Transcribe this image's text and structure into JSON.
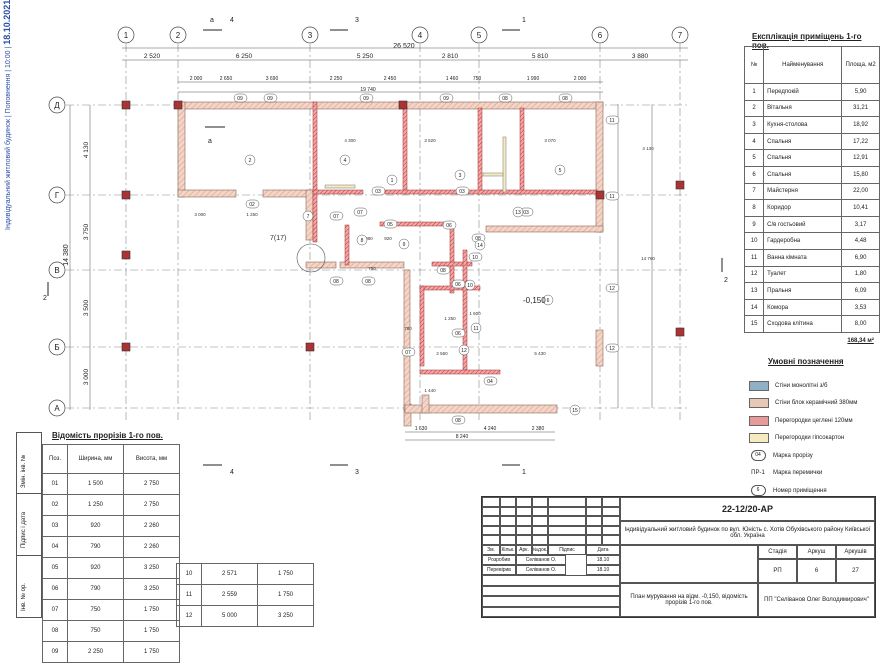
{
  "side_strip": {
    "text": "Індивідуальний житловий будинок | Поповнення | 10:00 |",
    "date": "18.10.2021"
  },
  "axes": {
    "numbers": [
      "1",
      "2",
      "3",
      "4",
      "5",
      "6",
      "7"
    ],
    "letters": [
      "Д",
      "Г",
      "В",
      "Б",
      "А"
    ]
  },
  "dimensions": {
    "top_row": [
      "2 520",
      "6 250",
      "5 250",
      "2 810",
      "5 810",
      "3 880"
    ],
    "overall": "26 520",
    "second_row": [
      "2 000",
      "2 650",
      "3 690",
      "2 250",
      "2 450",
      "1 460",
      "750",
      "1 990",
      "2 000"
    ],
    "inner_total": "19 740",
    "left_col": [
      "4 130",
      "3 750",
      "3 500",
      "3 000"
    ],
    "left_total": "14 380",
    "bottom_row": [
      "1 630",
      "4 240",
      "2 380"
    ],
    "bottom_total": "8 240",
    "inner": [
      "4 300",
      "3 520",
      "3 070",
      "1 080",
      "920",
      "750",
      "1 250",
      "2 560",
      "5 430",
      "1 440",
      "780",
      "1 600",
      "3 000",
      "1 250",
      "4 130",
      "14 760"
    ]
  },
  "section_marks": {
    "a": "а",
    "n1": "1",
    "n2": "2",
    "n3": "3",
    "n4": "4"
  },
  "plan": {
    "level": "-0,150",
    "stair": "7(17)",
    "openings": [
      "09",
      "09",
      "09",
      "09",
      "08",
      "08",
      "11",
      "11",
      "12",
      "12",
      "02",
      "03",
      "03",
      "03",
      "05",
      "06",
      "06",
      "06",
      "08",
      "08",
      "08",
      "08",
      "10",
      "04",
      "07",
      "07",
      "08",
      "07"
    ],
    "rooms": [
      "1",
      "2",
      "3",
      "4",
      "5",
      "6",
      "7",
      "8",
      "9",
      "10",
      "11",
      "12",
      "13",
      "14",
      "15"
    ]
  },
  "explication": {
    "title": "Експлікація приміщень 1-го пов.",
    "headers": [
      "№",
      "Найменування",
      "Площа, м2"
    ],
    "rows": [
      [
        "1",
        "Передпокій",
        "5,90"
      ],
      [
        "2",
        "Вітальня",
        "31,21"
      ],
      [
        "3",
        "Кухня-столова",
        "18,92"
      ],
      [
        "4",
        "Спальня",
        "17,22"
      ],
      [
        "5",
        "Спальня",
        "12,91"
      ],
      [
        "6",
        "Спальня",
        "15,80"
      ],
      [
        "7",
        "Майстерня",
        "22,00"
      ],
      [
        "8",
        "Коридор",
        "10,41"
      ],
      [
        "9",
        "С/в гостьовий",
        "3,17"
      ],
      [
        "10",
        "Гардеробна",
        "4,48"
      ],
      [
        "11",
        "Ванна кімната",
        "6,90"
      ],
      [
        "12",
        "Туалет",
        "1,80"
      ],
      [
        "13",
        "Пральня",
        "6,09"
      ],
      [
        "14",
        "Комора",
        "3,53"
      ],
      [
        "15",
        "Сходова клітина",
        "8,00"
      ]
    ],
    "total": "168,34 м²"
  },
  "legend": {
    "title": "Умовні позначення",
    "items": [
      {
        "label": "Стіни монолітні з/б",
        "color": "#8fb0c6"
      },
      {
        "label": "Стіни блок керамічний 380мм",
        "color": "#e8c8b8"
      },
      {
        "label": "Перегородки цеглені 120мм",
        "color": "#e89a9a"
      },
      {
        "label": "Перегородки гіпсокартон",
        "color": "#f4ecc0"
      }
    ],
    "marks": [
      {
        "mark": "04",
        "label": "Марка прорізу"
      },
      {
        "mark": "ПР-1",
        "label": "Марка перемички"
      },
      {
        "mark": "6",
        "label": "Номер приміщення"
      }
    ]
  },
  "openings_schedule": {
    "title": "Відомість прорізів 1-го пов.",
    "headers": [
      "Поз.",
      "Ширина, мм",
      "Висота, мм"
    ],
    "rows": [
      [
        "01",
        "1 500",
        "2 750"
      ],
      [
        "02",
        "1 250",
        "2 750"
      ],
      [
        "03",
        "920",
        "2 260"
      ],
      [
        "04",
        "790",
        "2 260"
      ],
      [
        "05",
        "920",
        "3 250"
      ],
      [
        "06",
        "790",
        "3 250"
      ],
      [
        "07",
        "750",
        "1 750"
      ],
      [
        "08",
        "750",
        "1 750"
      ],
      [
        "09",
        "2 250",
        "1 750"
      ]
    ],
    "rows2": [
      [
        "10",
        "2 571",
        "1 750"
      ],
      [
        "11",
        "2 559",
        "1 750"
      ],
      [
        "12",
        "5 000",
        "3 250"
      ]
    ]
  },
  "revision_column": [
    "Змін. інв. №",
    "Підпис і дата",
    "Інв. № ор."
  ],
  "title_block": {
    "code": "22-12/20-АР",
    "project": "Індивідуальний житловий будинок по вул. Юність с. Хотів Обухівського району Київської обл. Україна",
    "headers": [
      "Зм.",
      "Кільк.",
      "Арк.",
      "№док.",
      "Підпис",
      "Дата"
    ],
    "rows": [
      [
        "Розробив",
        "Селіванов О.",
        "18.10"
      ],
      [
        "Перевірив",
        "Селіванов О.",
        "18.10"
      ]
    ],
    "stage_headers": [
      "Стадія",
      "Аркуш",
      "Аркушів"
    ],
    "stage_values": [
      "РП",
      "6",
      "27"
    ],
    "sheet_title": "План мурування на відм. -0,150, відомість прорізів 1-го пов.",
    "company": "ПП \"Селіванов Олег Володимирович\""
  }
}
